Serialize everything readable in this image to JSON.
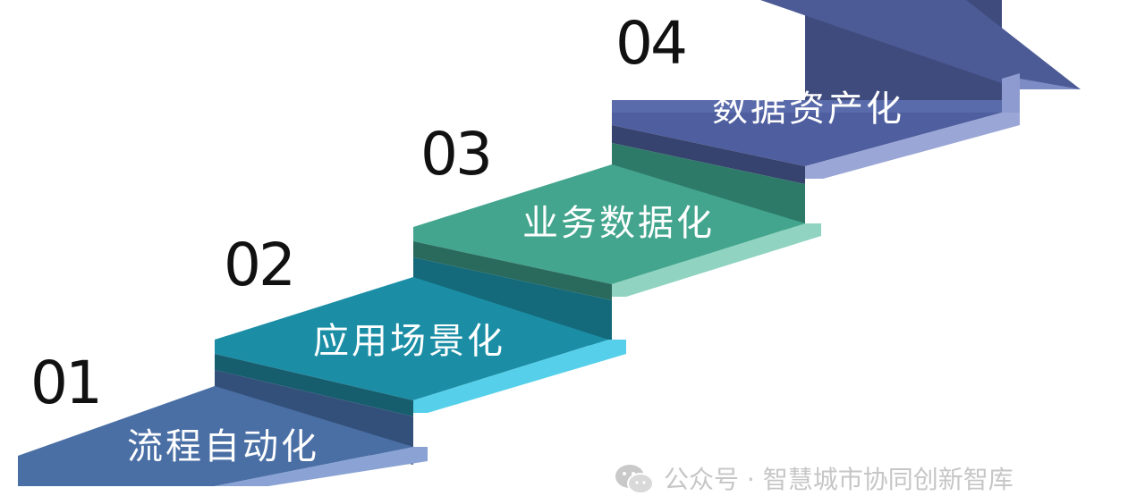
{
  "steps": [
    {
      "number": "01",
      "label": "流程自动化"
    },
    {
      "number": "02",
      "label": "应用场景化"
    },
    {
      "number": "03",
      "label": "业务数据化"
    },
    {
      "number": "04",
      "label": "数据资产化"
    }
  ],
  "watermark": {
    "text": "公众号 · 智慧城市协同创新智库",
    "icon": "wechat-icon"
  },
  "colors": {
    "step1": "#4a6fa5",
    "step2": "#1f8ea6",
    "step3": "#3fa392",
    "step4": "#4a5a98",
    "arrow": "#3d4a7c"
  }
}
